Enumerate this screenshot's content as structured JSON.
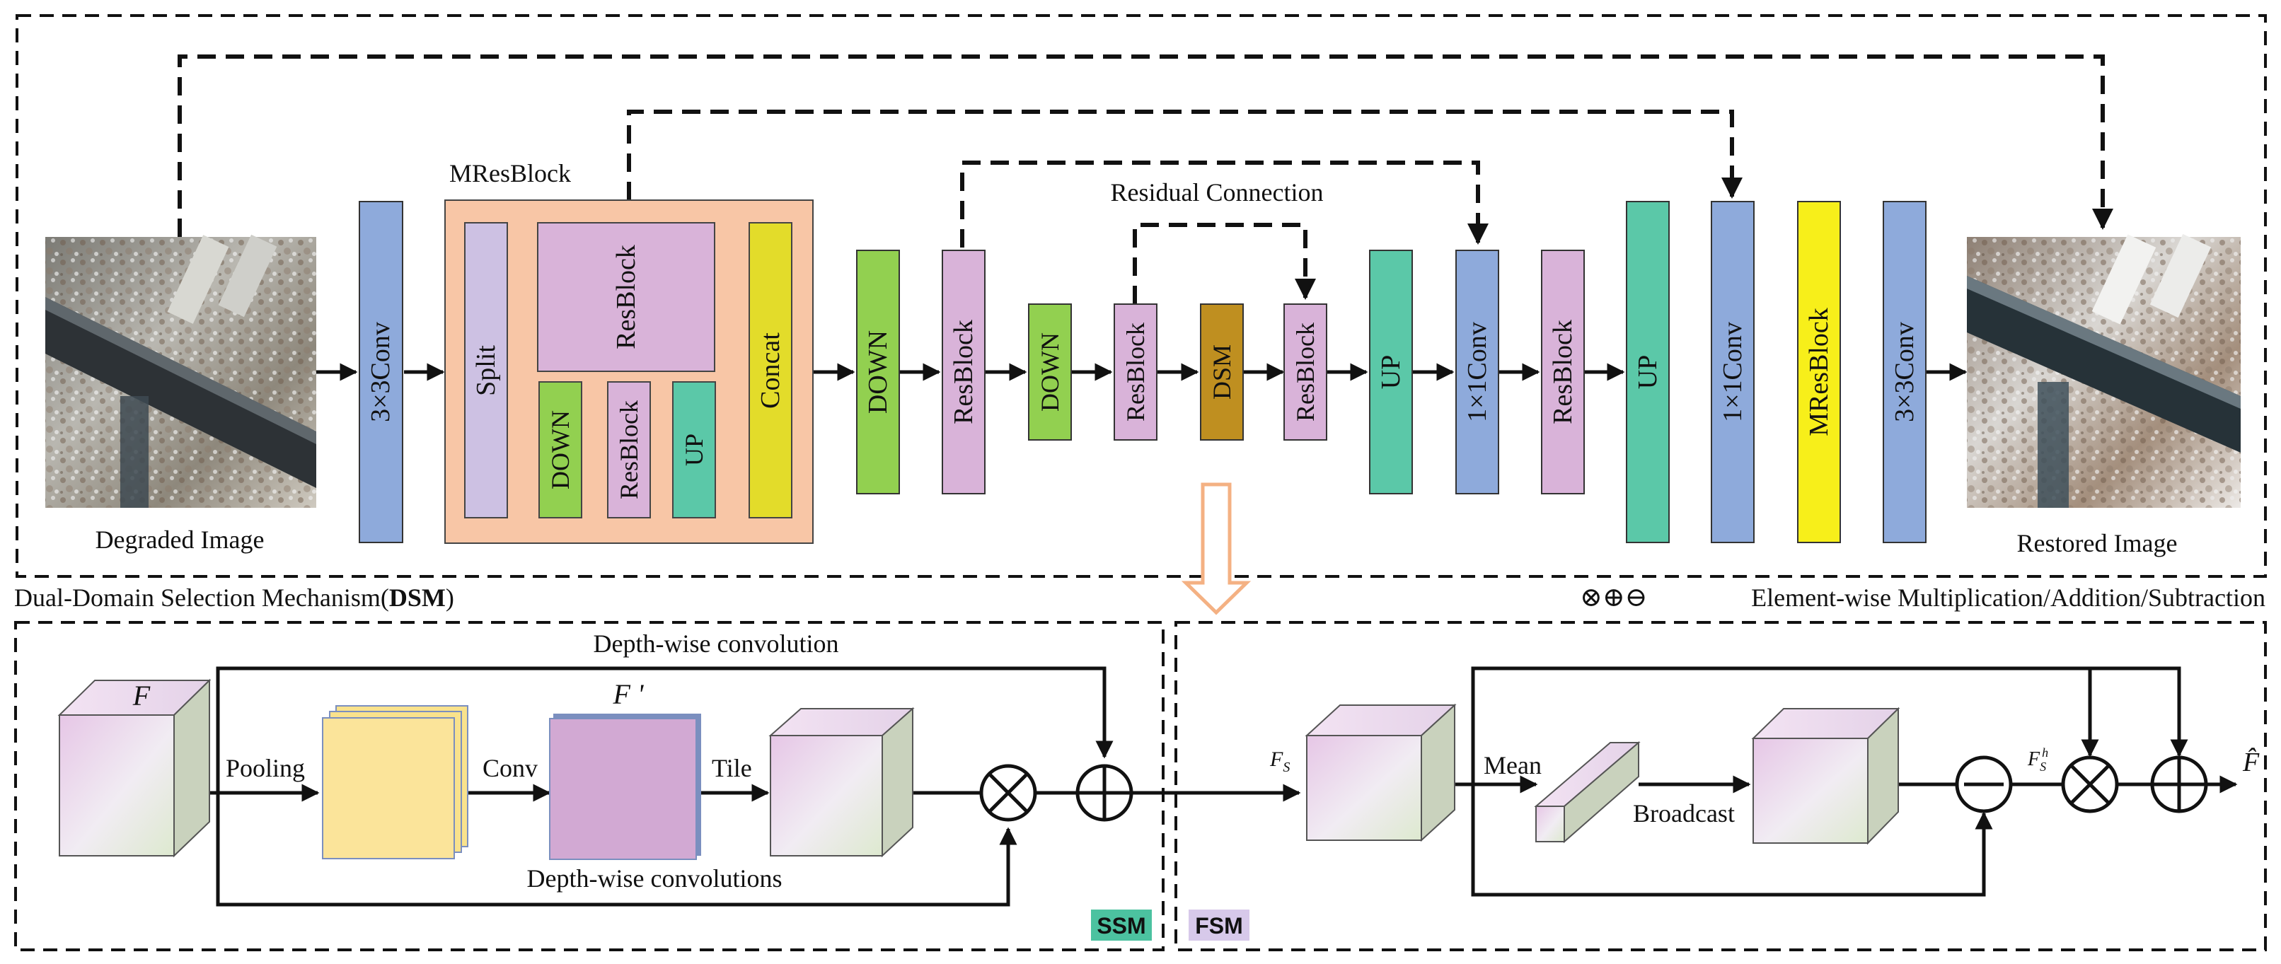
{
  "top": {
    "input_caption": "Degraded Image",
    "output_caption": "Restored Image",
    "mres_title": "MResBlock",
    "residual_caption": "Residual Connection",
    "blocks": {
      "conv3_in": "3×3Conv",
      "split": "Split",
      "resblock_big": "ResBlock",
      "down_small": "DOWN",
      "resblock_small": "ResBlock",
      "up_small": "UP",
      "concat": "Concat",
      "down1": "DOWN",
      "resblock1": "ResBlock",
      "down2": "DOWN",
      "resblock2": "ResBlock",
      "dsm": "DSM",
      "resblock3": "ResBlock",
      "up1": "UP",
      "conv1x1_a": "1×1Conv",
      "resblock4": "ResBlock",
      "up2": "UP",
      "conv1x1_b": "1×1Conv",
      "mresblock": "MResBlock",
      "conv3_out": "3×3Conv"
    }
  },
  "dsm_title_prefix": "Dual-Domain Selection Mechanism(",
  "dsm_title_bold": "DSM",
  "dsm_title_suffix": ")",
  "legend_symbols": "⊗⊕⊖",
  "legend_text": "Element-wise Multiplication/Addition/Subtraction",
  "ssm": {
    "tag": "SSM",
    "depthwise_conv": "Depth-wise convolution",
    "depthwise_convs": "Depth-wise convolutions",
    "f_label": "F",
    "fprime_label": "F '",
    "pooling": "Pooling",
    "conv": "Conv",
    "tile": "Tile"
  },
  "fsm": {
    "tag": "FSM",
    "fs_label": "F",
    "fs_sub": "S",
    "mean": "Mean",
    "broadcast": "Broadcast",
    "fsh_label": "F",
    "fsh_sub": "S",
    "fsh_sup": "h",
    "fhat_label": "F̂"
  },
  "colors": {
    "blue_conv": "#8eaadb",
    "green_down": "#92d050",
    "pink_resblock": "#d9b3d9",
    "teal_up": "#5bc8a8",
    "brown_dsm": "#bf8f20",
    "yellow_mres": "#f7ef1a",
    "mres_bg": "#f8c6a6",
    "concat": "#e3dc2a",
    "split": "#cdc1e3",
    "ssm_tag": "#4cc2a0",
    "fsm_tag": "#d7c9ea"
  }
}
